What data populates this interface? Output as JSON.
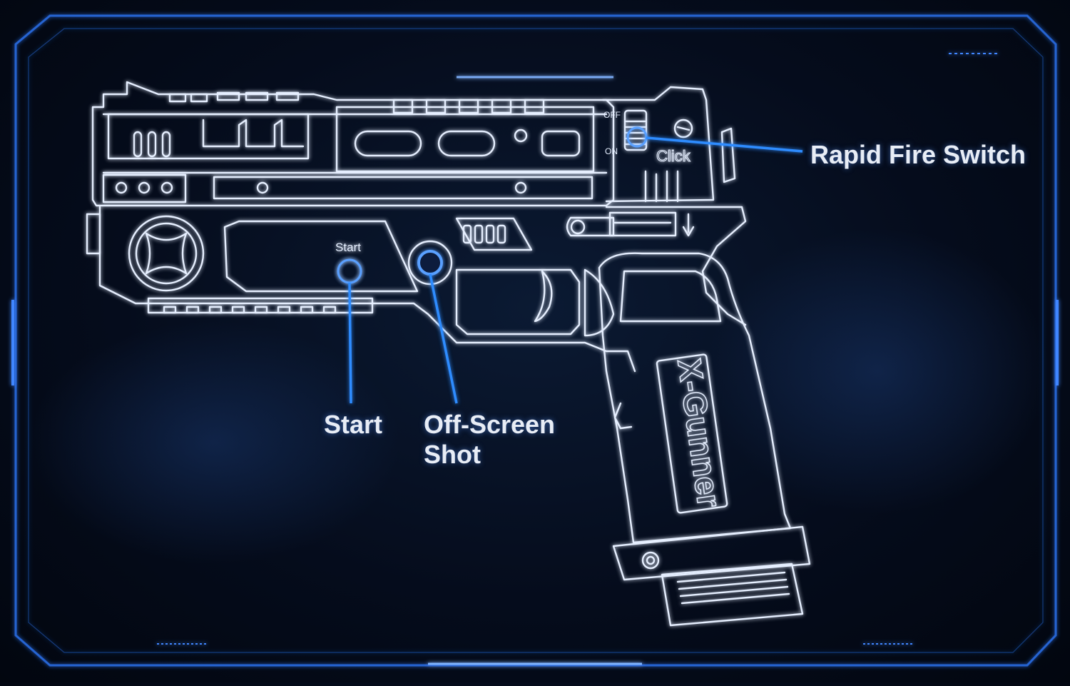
{
  "device": {
    "product_name": "X-Gunner",
    "engraved_labels": {
      "start": "Start",
      "off": "OFF",
      "on": "ON",
      "click": "Click"
    }
  },
  "callouts": {
    "rapid_fire": "Rapid Fire Switch",
    "start": "Start",
    "off_screen_line1": "Off-Screen",
    "off_screen_line2": "Shot"
  },
  "colors": {
    "background": "#050c1c",
    "outline": "#e6efff",
    "glow": "#3f86ff",
    "callout_line": "#2f8cff",
    "frame": "#2a6ee8"
  }
}
